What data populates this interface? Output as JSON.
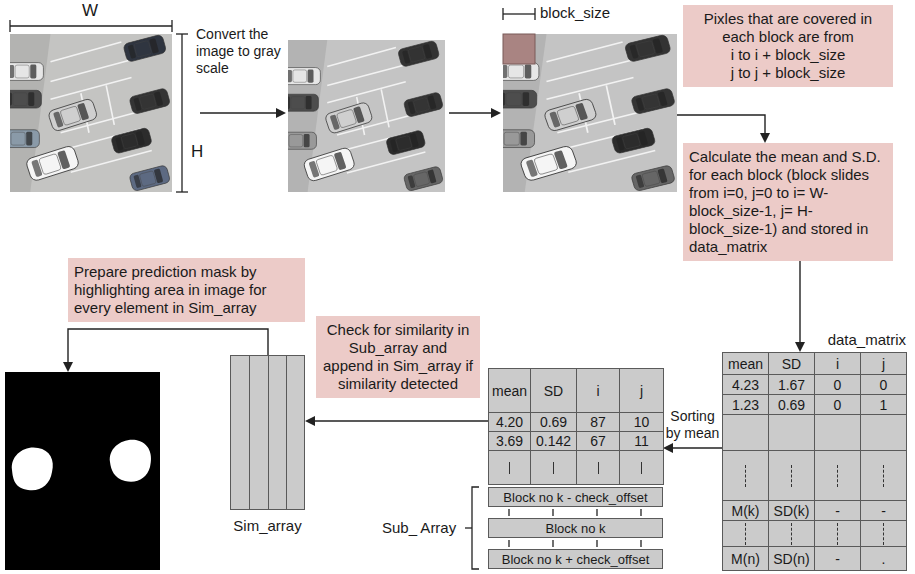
{
  "diagram": {
    "nodes": [
      {
        "text": [
          "Pixles that are covered in each block are from",
          "i to i + block_size",
          "j to j + block_size"
        ]
      },
      {
        "text": [
          "Calculate the mean and S.D. for each block (block slides from i=0, j=0 to i= W- block_size-1, j= H- block_size-1) and stored in data_matrix"
        ]
      },
      {
        "text": [
          "Prepare prediction mask by highlighting area in image for every element in Sim_array"
        ]
      },
      {
        "text": [
          "Check for similarity in Sub_array and append in Sim_array if similarity detected"
        ]
      },
      {
        "text": [
          "Sim_array"
        ]
      },
      {
        "text": [
          "mean",
          "SD",
          "i",
          "j",
          "4.20",
          "0.69",
          "87",
          "10",
          "3.69",
          "0.142",
          "67",
          "11"
        ]
      },
      {
        "text": [
          "Block no k - check_offset"
        ]
      },
      {
        "text": [
          "Block no k"
        ]
      },
      {
        "text": [
          "Block no k + check_offset"
        ]
      },
      {
        "text": [
          "data_matrix",
          "mean",
          "SD",
          "i",
          "j",
          "4.23",
          "1.67",
          "0",
          "0",
          "1.23",
          "0.69",
          "0",
          "1",
          "M(k)",
          "SD(k)",
          "-",
          "-",
          "M(n)",
          "SD(n)",
          "-",
          "."
        ]
      }
    ],
    "edges": [
      {
        "from": 1,
        "to": 9,
        "arrow": "to"
      },
      {
        "from": 9,
        "to": 5,
        "arrow": "to",
        "label": "Sorting by mean"
      },
      {
        "from": 5,
        "to": 4,
        "arrow": "to"
      }
    ],
    "labels": [
      "W",
      "H",
      "Convert the image to gray scale",
      "block_size",
      "Sub_ Array"
    ]
  }
}
